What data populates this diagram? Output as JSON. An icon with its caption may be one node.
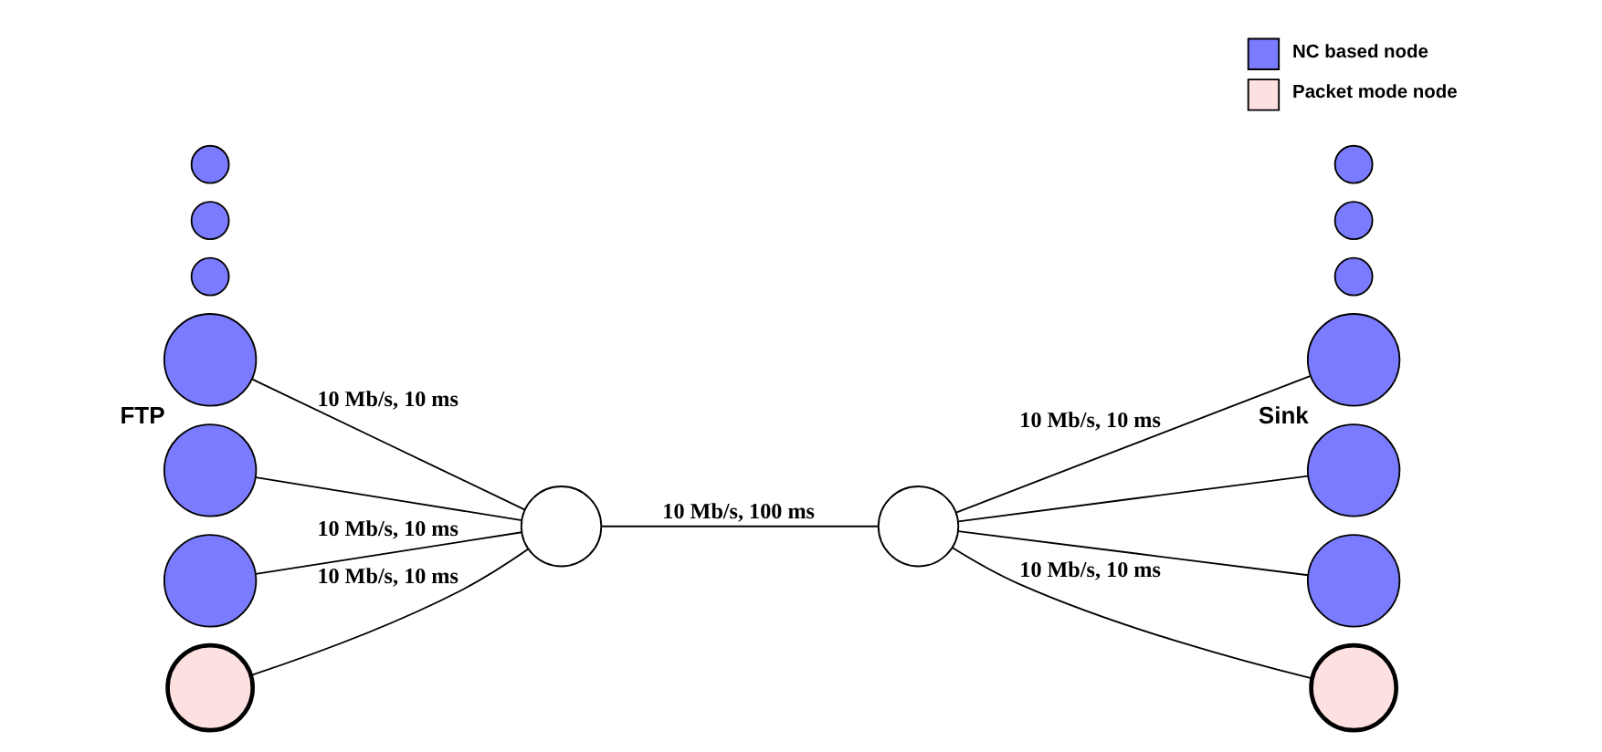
{
  "diagram": {
    "nodes": [
      {
        "text": [],
        "shape": "circle",
        "beside": [
          "FTP"
        ]
      },
      {
        "text": [],
        "shape": "circle"
      },
      {
        "text": [],
        "shape": "circle"
      },
      {
        "text": [],
        "shape": "circle"
      },
      {
        "text": [],
        "shape": "circle"
      },
      {
        "text": [],
        "shape": "circle"
      },
      {
        "text": [],
        "shape": "circle"
      },
      {
        "text": [],
        "shape": "circle"
      },
      {
        "text": [],
        "shape": "circle"
      },
      {
        "text": [],
        "shape": "circle",
        "beside": [
          "Sink"
        ]
      },
      {
        "text": [],
        "shape": "circle"
      },
      {
        "text": [],
        "shape": "circle"
      },
      {
        "text": [],
        "shape": "circle"
      },
      {
        "text": [],
        "shape": "circle"
      },
      {
        "text": [],
        "shape": "circle"
      },
      {
        "text": [],
        "shape": "circle"
      }
    ],
    "edges": [
      {
        "from": 0,
        "to": 7,
        "arrow": "none",
        "label": "10 Mb/s, 10 ms"
      },
      {
        "from": 1,
        "to": 7,
        "arrow": "none"
      },
      {
        "from": 2,
        "to": 7,
        "arrow": "none",
        "label": "10 Mb/s, 10 ms"
      },
      {
        "from": 6,
        "to": 7,
        "arrow": "none",
        "label": "10 Mb/s, 10 ms"
      },
      {
        "from": 7,
        "to": 8,
        "arrow": "none",
        "label": "10 Mb/s, 100 ms"
      },
      {
        "from": 8,
        "to": 9,
        "arrow": "none",
        "label": "10 Mb/s, 10 ms"
      },
      {
        "from": 8,
        "to": 10,
        "arrow": "none"
      },
      {
        "from": 8,
        "to": 11,
        "arrow": "none"
      },
      {
        "from": 8,
        "to": 15,
        "arrow": "none",
        "label": "10 Mb/s, 10 ms"
      }
    ],
    "legend": [
      {
        "text": "NC based node",
        "color": "#7b7bff"
      },
      {
        "text": "Packet mode node"
      }
    ]
  }
}
